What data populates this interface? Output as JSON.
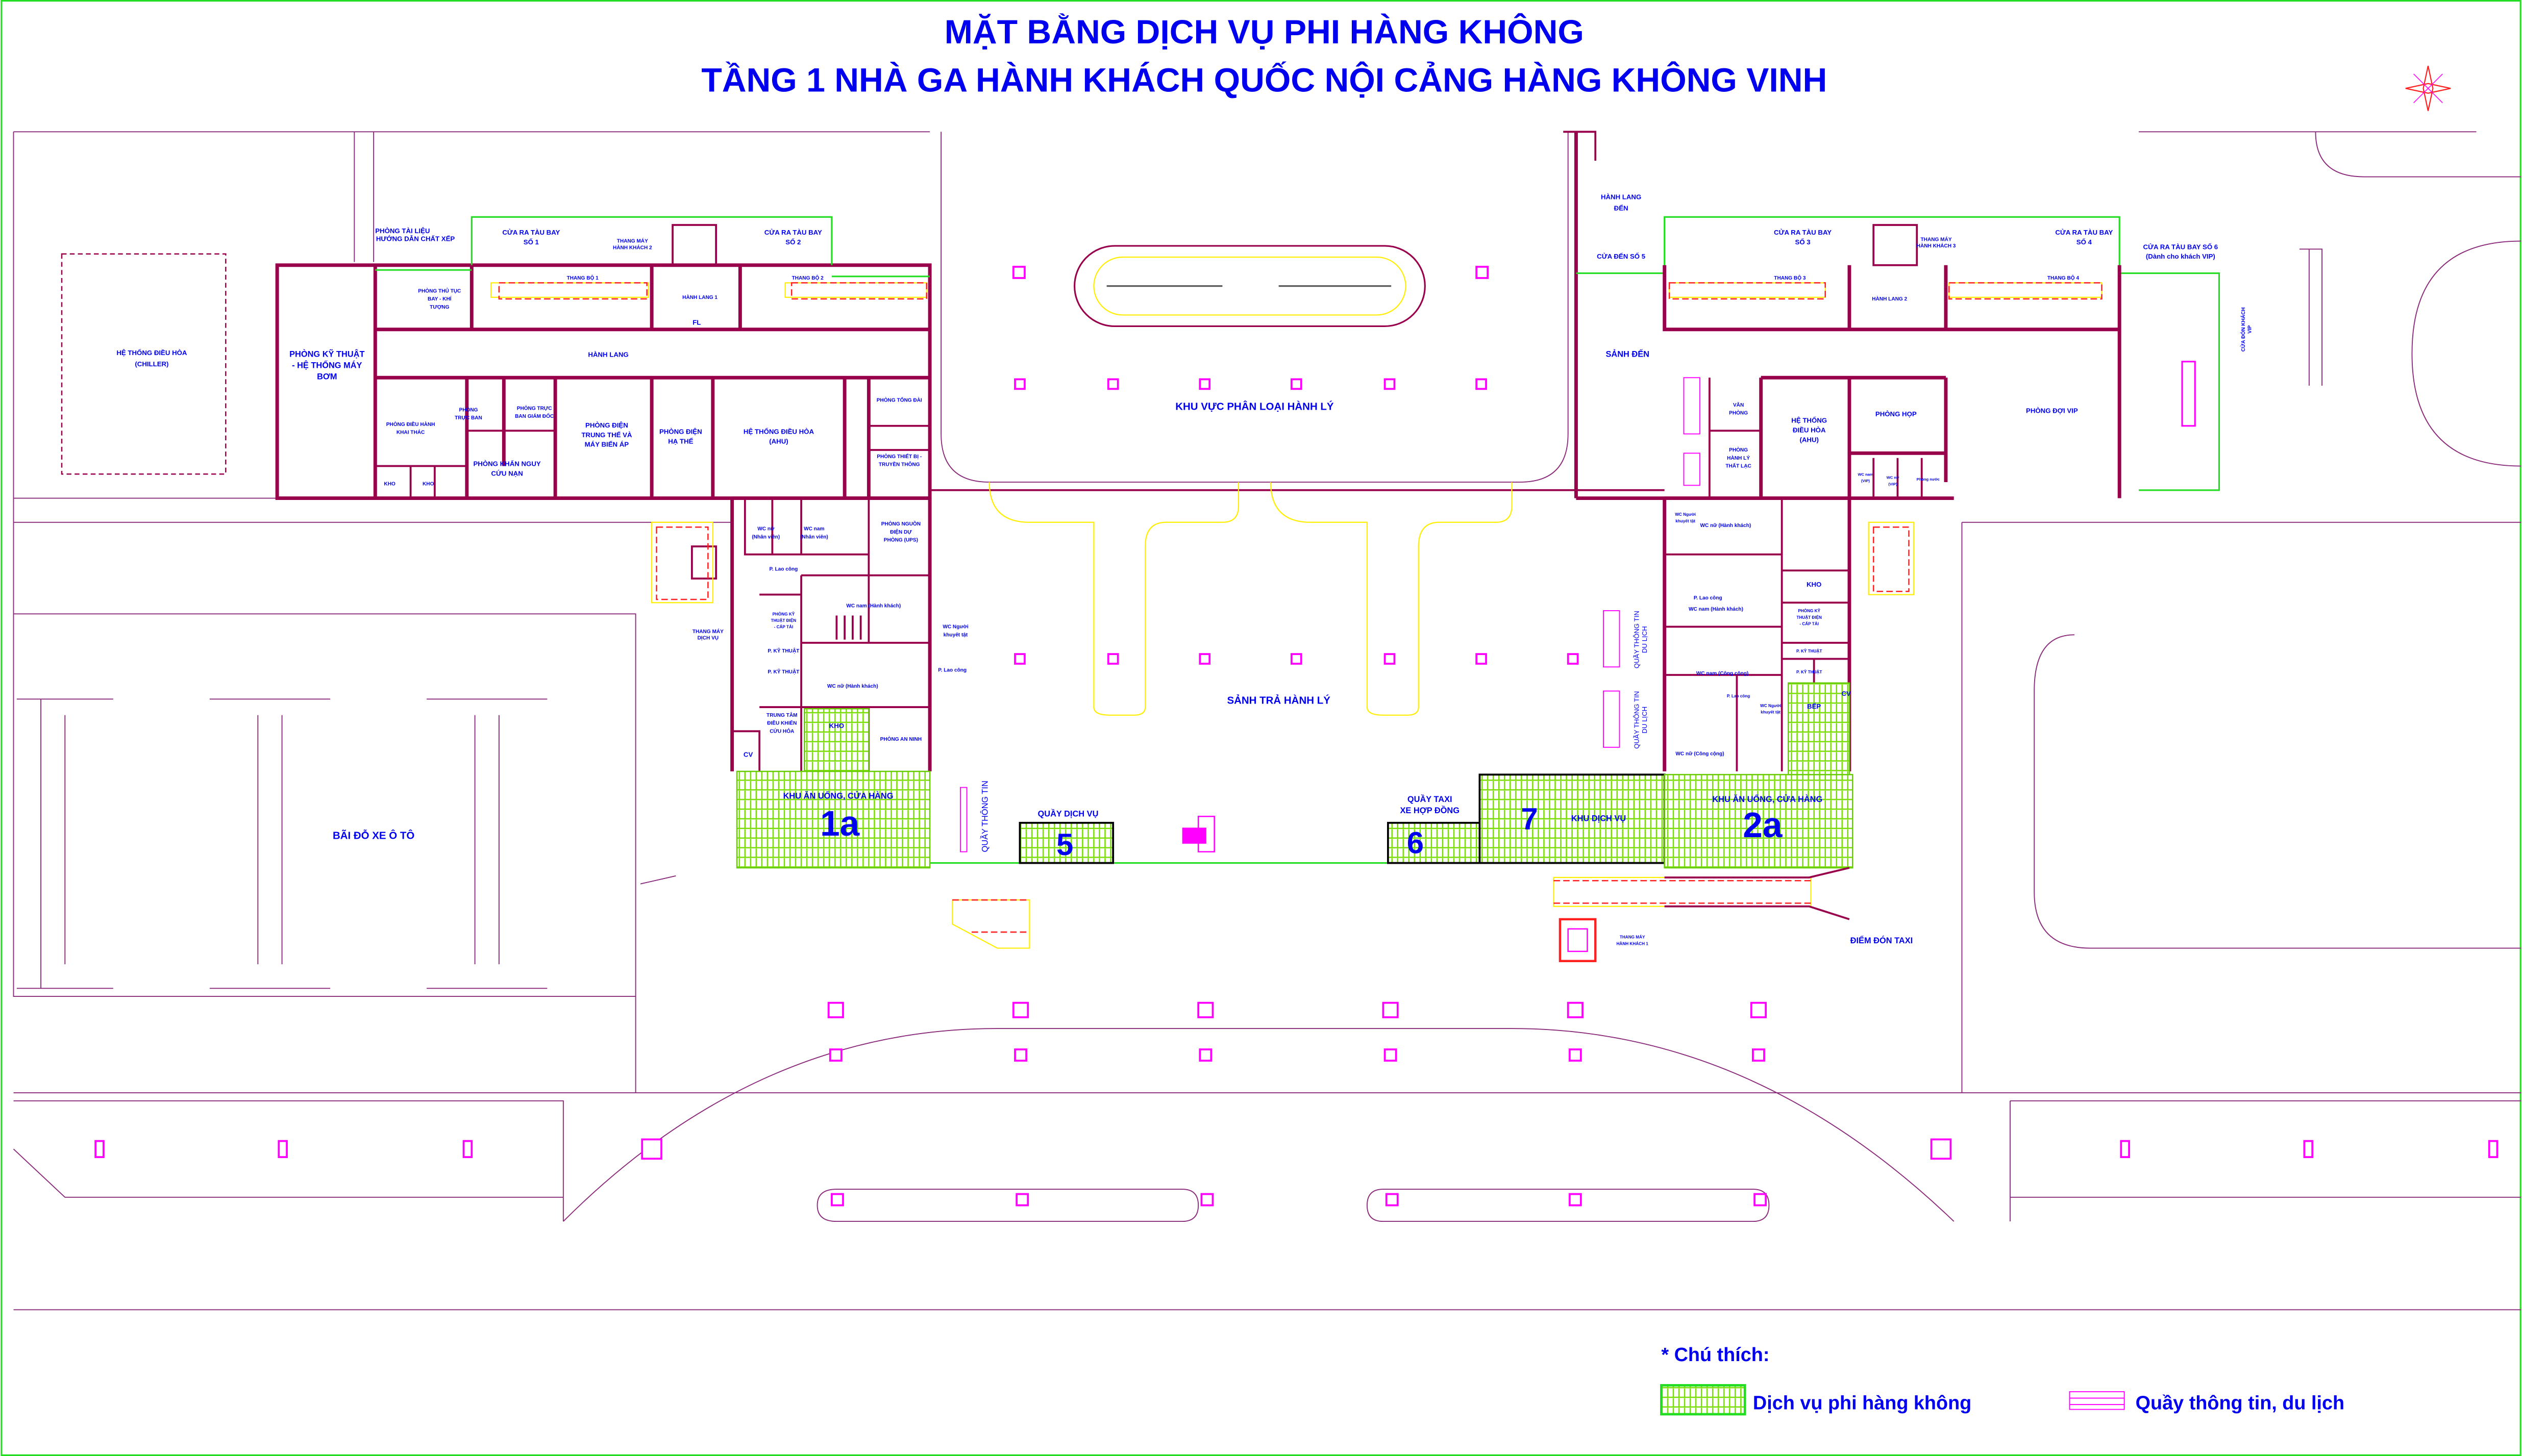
{
  "title": {
    "line1": "MẶT BẰNG DỊCH VỤ PHI HÀNG KHÔNG",
    "line2": "TẦNG 1 NHÀ GA HÀNH KHÁCH QUỐC NỘI CẢNG HÀNG KHÔNG VINH"
  },
  "colors": {
    "text": "#0000ee",
    "wall": "#99004c",
    "glass": "#22dd22",
    "non_aviation": "#66cc00",
    "pillar": "#ff00ff",
    "stair": "#ffee00"
  },
  "left_wing": {
    "chiller": [
      "HỆ THỐNG ĐIỀU HÒA",
      "(CHILLER)"
    ],
    "docs_room": [
      "PHÒNG TÀI LIỆU",
      "HƯỚNG DẪN CHẤT XẾP"
    ],
    "gate1": [
      "CỬA RA TÀU BAY",
      "SỐ 1"
    ],
    "gate2": [
      "CỬA RA TÀU BAY",
      "SỐ 2"
    ],
    "elevator2": [
      "THANG MÁY",
      "HÀNH KHÁCH 2"
    ],
    "stair1": "THANG BỘ 1",
    "stair2": "THANG BỘ 2",
    "corridor1": "HÀNH LANG 1",
    "fl": "FL",
    "flight_procedure": [
      "PHÒNG THỦ TỤC",
      "BAY - KHÍ",
      "TƯỢNG"
    ],
    "pump_room": [
      "PHÒNG KỸ THUẬT",
      "- HỆ THỐNG MÁY",
      "BƠM"
    ],
    "corridor": "HÀNH LANG",
    "operations": [
      "PHÒNG ĐIỀU HÀNH",
      "KHAI THÁC"
    ],
    "duty": [
      "PHÒNG",
      "TRỰC BAN"
    ],
    "director_duty": [
      "PHÒNG TRỰC",
      "BAN GIÁM ĐỐC"
    ],
    "mv_room": [
      "PHÒNG ĐIỆN",
      "TRUNG THẾ VÀ",
      "MÁY BIẾN ÁP"
    ],
    "lv_room": [
      "PHÒNG ĐIỆN",
      "HẠ THẾ"
    ],
    "ahu": [
      "HỆ THỐNG ĐIỀU HÒA",
      "(AHU)"
    ],
    "switchboard": "PHÒNG TỔNG ĐÀI",
    "telecom": [
      "PHÒNG THIẾT BỊ -",
      "TRUYỀN THÔNG"
    ],
    "rescue": [
      "PHÒNG KHẨN NGUY",
      "CỨU NẠN"
    ],
    "store1": "KHO",
    "store2": "KHO",
    "wc_female_staff": [
      "WC nữ",
      "(Nhân viên)"
    ],
    "wc_male_staff": [
      "WC nam",
      "(Nhân viên)"
    ],
    "ups": [
      "PHÒNG NGUỒN",
      "ĐIỆN DỰ",
      "PHÒNG (UPS)"
    ],
    "janitor1": "P. Lao công",
    "service_lift": [
      "THANG MÁY",
      "DỊCH VỤ"
    ],
    "elec_tech": [
      "PHÒNG KỸ",
      "THUẬT ĐIỆN",
      "- CẤP TẢI"
    ],
    "wc_male_pax": "WC nam (Hành khách)",
    "wc_disabled": [
      "WC Người",
      "khuyết tật"
    ],
    "tech1": "P. KỸ THUẬT",
    "tech2": "P. KỸ THUẬT",
    "janitor2": "P. Lao công",
    "wc_female_pax": "WC nữ (Hành khách)",
    "fire_center": [
      "TRUNG TÂM",
      "ĐIỀU KHIỂN",
      "CỨU HỎA"
    ],
    "store3": "KHO",
    "security": "PHÒNG AN NINH",
    "cv": "CV"
  },
  "center": {
    "baggage_sorting": "KHU VỰC PHÂN LOẠI HÀNH LÝ",
    "baggage_claim": "SẢNH TRẢ HÀNH LÝ",
    "zone_1a_label": "KHU ĂN UỐNG, CỬA HÀNG",
    "zone_1a": "1a",
    "info_desk": "QUẦY THÔNG TIN",
    "service_desk": "QUẦY DỊCH VỤ",
    "zone_5": "5",
    "taxi_desk": [
      "QUẦY TAXI",
      "XE HỢP ĐỒNG"
    ],
    "zone_6": "6",
    "zone_7": "7",
    "service_area": "KHU DỊCH VỤ",
    "zone_2a_label": "KHU ĂN UỐNG, CỬA HÀNG",
    "zone_2a": "2a",
    "parking": "BÃI ĐỖ XE Ô TÔ",
    "elevator1": [
      "THANG MÁY",
      "HÀNH KHÁCH 1"
    ],
    "taxi_pickup": "ĐIỂM ĐÓN TAXI"
  },
  "right_wing": {
    "arrival_corridor": [
      "HÀNH LANG",
      "ĐẾN"
    ],
    "arrival_door5": "CỬA ĐẾN SỐ 5",
    "gate3": [
      "CỬA RA TÀU BAY",
      "SỐ 3"
    ],
    "elevator3": [
      "THANG MÁY",
      "HÀNH KHÁCH 3"
    ],
    "gate4": [
      "CỬA RA TÀU BAY",
      "SỐ 4"
    ],
    "gate6": [
      "CỬA RA TÀU BAY SỐ 6",
      "(Dành cho khách VIP)"
    ],
    "stair3": "THANG BỘ 3",
    "stair4": "THANG BỘ 4",
    "corridor2": "HÀNH LANG 2",
    "arrival_hall": "SẢNH ĐẾN",
    "vip_door": [
      "CỬA ĐÓN KHÁCH",
      "VIP"
    ],
    "office": [
      "VĂN",
      "PHÒNG"
    ],
    "lost_luggage": [
      "PHÒNG",
      "HÀNH LÝ",
      "THẤT LẠC"
    ],
    "ahu": [
      "HỆ THỐNG",
      "ĐIỀU HÒA",
      "(AHU)"
    ],
    "meeting": "PHÒNG HỌP",
    "vip_lounge": "PHÒNG ĐỢI VIP",
    "wc_male_vip": [
      "WC nam",
      "(VIP)"
    ],
    "wc_female_vip": [
      "WC nữ",
      "(VIP)"
    ],
    "water_room": "Phòng nước",
    "wc_disabled1": [
      "WC Người",
      "khuyết tật"
    ],
    "wc_female_pax": "WC nữ (Hành khách)",
    "store": "KHO",
    "janitor1": "P. Lao công",
    "wc_male_pax": "WC nam (Hành khách)",
    "elec_tech": [
      "PHÒNG KỸ",
      "THUẬT ĐIỆN",
      "- CẤP TẢI"
    ],
    "tech1": "P. KỸ THUẬT",
    "tech2": "P. KỸ THUẬT",
    "wc_male_public": "WC nam (Công cộng)",
    "janitor2": "P. Lao công",
    "wc_disabled2": [
      "WC Người",
      "khuyết tật"
    ],
    "kitchen": "BẾP",
    "cv": "CV",
    "wc_female_public": "WC nữ (Công cộng)",
    "info_desk1": [
      "QUẦY THÔNG TIN",
      "DU LỊCH"
    ],
    "info_desk2": [
      "QUẦY THÔNG TIN",
      "DU LỊCH"
    ]
  },
  "legend": {
    "heading": "* Chú thích:",
    "non_aviation": "Dịch vụ phi hàng không",
    "info_tourism": "Quầy thông tin, du lịch"
  }
}
